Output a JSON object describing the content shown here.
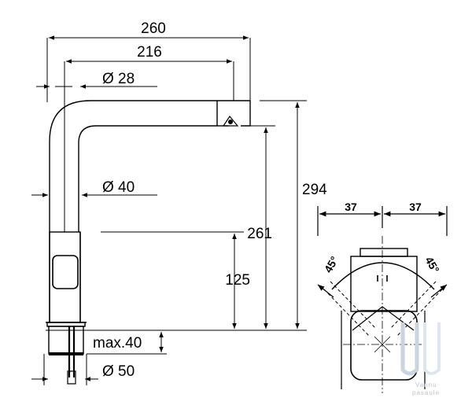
{
  "dimensions": {
    "overall_width": "260",
    "spout_reach": "216",
    "spout_diameter": "Ø 28",
    "body_diameter": "Ø 40",
    "total_height": "294",
    "spout_height": "261",
    "lever_height": "125",
    "max_thickness": "max.40",
    "base_diameter": "Ø 50"
  },
  "top_view": {
    "left_offset": "37",
    "right_offset": "37",
    "left_angle": "45°",
    "right_angle": "45°"
  },
  "watermark": {
    "line1": "Vannu",
    "line2": "pasaule"
  },
  "colors": {
    "line": "#000000",
    "watermark": "#b8c4d0"
  }
}
